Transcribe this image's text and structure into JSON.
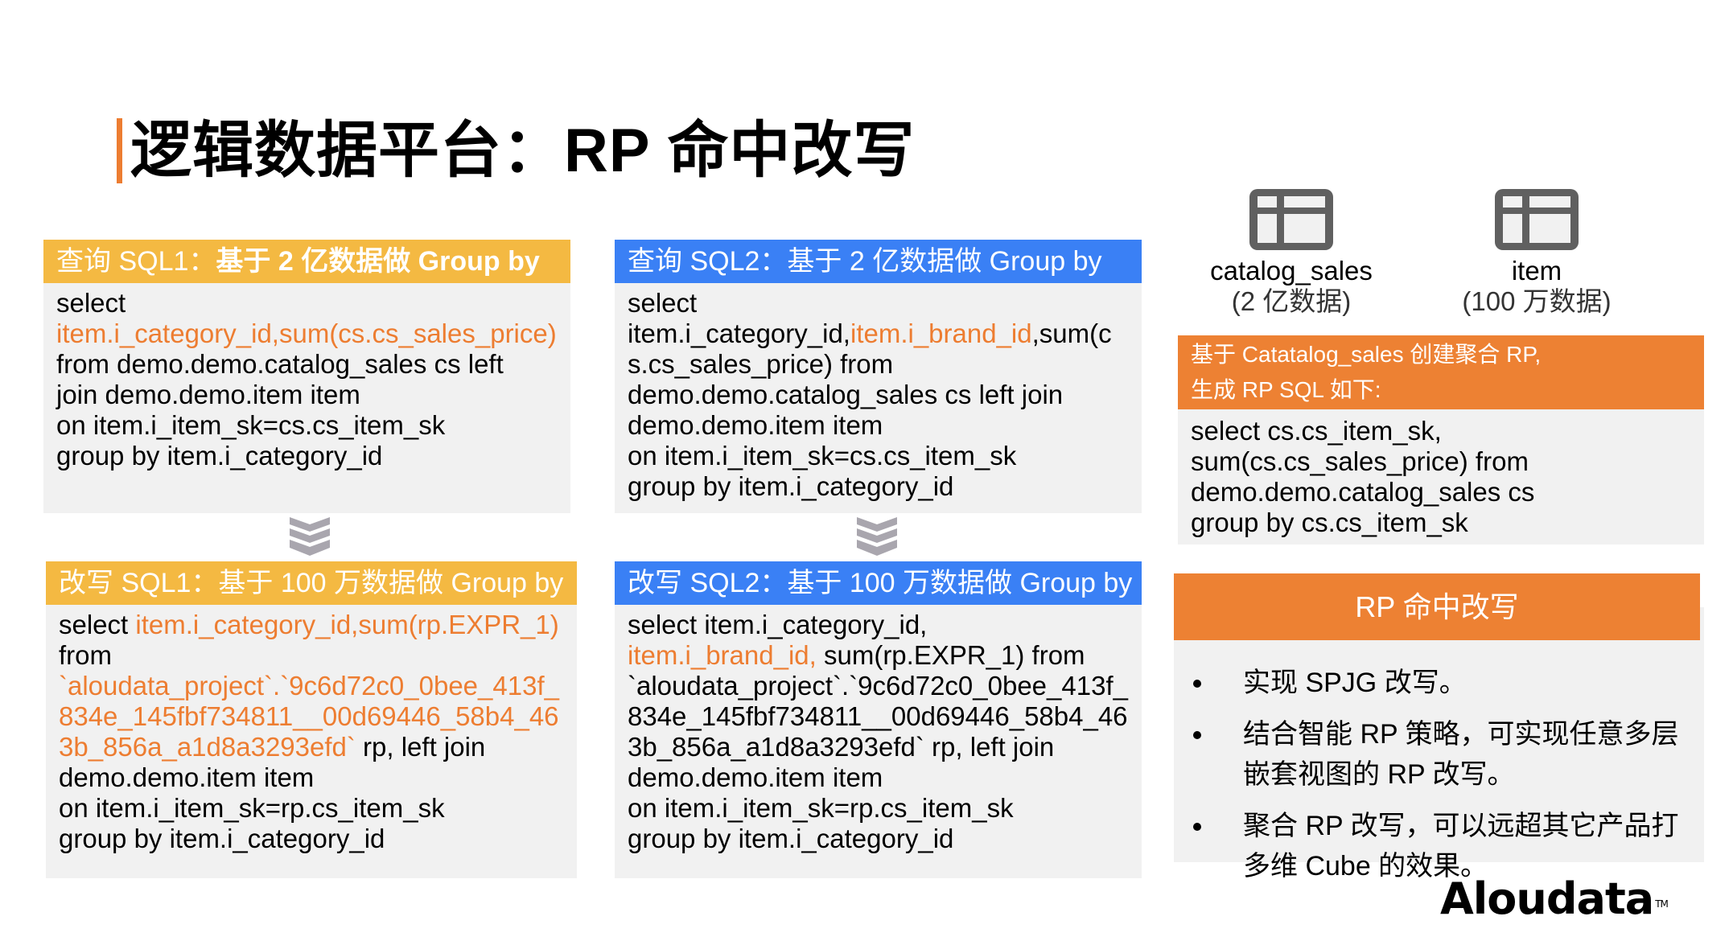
{
  "page": {
    "title": "逻辑数据平台：RP 命中改写",
    "accent_color": "#ed7d31"
  },
  "query_sql1": {
    "header_prefix": "查询 SQL1：",
    "header_bold": "基于 2 亿数据做 Group by",
    "header_color": "#f4b942",
    "lines": [
      {
        "text": "select",
        "highlight": false
      },
      {
        "text": "item.i_category_id,sum(cs.cs_sales_price)",
        "highlight": true
      },
      {
        "text": "from demo.demo.catalog_sales cs left",
        "highlight": false
      },
      {
        "text": "join demo.demo.item item",
        "highlight": false
      },
      {
        "text": "on item.i_item_sk=cs.cs_item_sk",
        "highlight": false
      },
      {
        "text": "group by item.i_category_id",
        "highlight": false
      }
    ]
  },
  "query_sql2": {
    "header": "查询 SQL2：基于 2 亿数据做 Group by",
    "header_color": "#3a80f5",
    "line1": "select",
    "line2_a": "item.i_category_id,",
    "line2_hl": "item.i_brand_id",
    "line2_b": ",sum(c",
    "line3": "s.cs_sales_price) from",
    "line4": "demo.demo.catalog_sales cs left join",
    "line5": "demo.demo.item item",
    "line6": "on item.i_item_sk=cs.cs_item_sk",
    "line7": "group by item.i_category_id"
  },
  "rewrite_sql1": {
    "header": "改写 SQL1：基于 100 万数据做 Group by",
    "header_color": "#f4b942",
    "select_kw": "select ",
    "select_hl": "item.i_category_id,sum(rp.EXPR_1)",
    "from": "from",
    "table_hl_1": "`aloudata_project`.`9c6d72c0_0bee_413f_",
    "table_hl_2": "834e_145fbf734811__00d69446_58b4_46",
    "table_hl_3": "3b_856a_a1d8a3293efd`",
    "table_tail": " rp, left join",
    "line_join": "demo.demo.item item",
    "line_on": "on item.i_item_sk=rp.cs_item_sk",
    "line_group": "group by item.i_category_id"
  },
  "rewrite_sql2": {
    "header": "改写 SQL2：基于 100 万数据做 Group by",
    "header_color": "#3a80f5",
    "line1": "select item.i_category_id,",
    "line2_hl": "item.i_brand_id,",
    "line2_b": " sum(rp.EXPR_1) from",
    "line3": "`aloudata_project`.`9c6d72c0_0bee_413f_",
    "line4": "834e_145fbf734811__00d69446_58b4_46",
    "line5": "3b_856a_a1d8a3293efd` rp, left join",
    "line6": "demo.demo.item item",
    "line7": "on item.i_item_sk=rp.cs_item_sk",
    "line8": "group by item.i_category_id"
  },
  "tables": [
    {
      "icon": "table-icon",
      "name": "catalog_sales",
      "rows": "(2 亿数据)"
    },
    {
      "icon": "table-icon",
      "name": "item",
      "rows": "(100 万数据)"
    }
  ],
  "rp_sql": {
    "header_line1": "基于 Catatalog_sales 创建聚合 RP,",
    "header_line2": "生成 RP SQL 如下:",
    "header_color": "#ed8133",
    "lines": [
      "select cs.cs_item_sk,",
      "sum(cs.cs_sales_price) from",
      "demo.demo.catalog_sales cs",
      "group by cs.cs_item_sk"
    ]
  },
  "rp_summary": {
    "title": "RP 命中改写",
    "bullets": [
      "实现 SPJG 改写。",
      "结合智能 RP 策略，可实现任意多层嵌套视图的 RP 改写。",
      "聚合 RP 改写，可以远超其它产品打多维 Cube 的效果。"
    ]
  },
  "logo": {
    "text": "Aloudata",
    "tm": "TM"
  }
}
